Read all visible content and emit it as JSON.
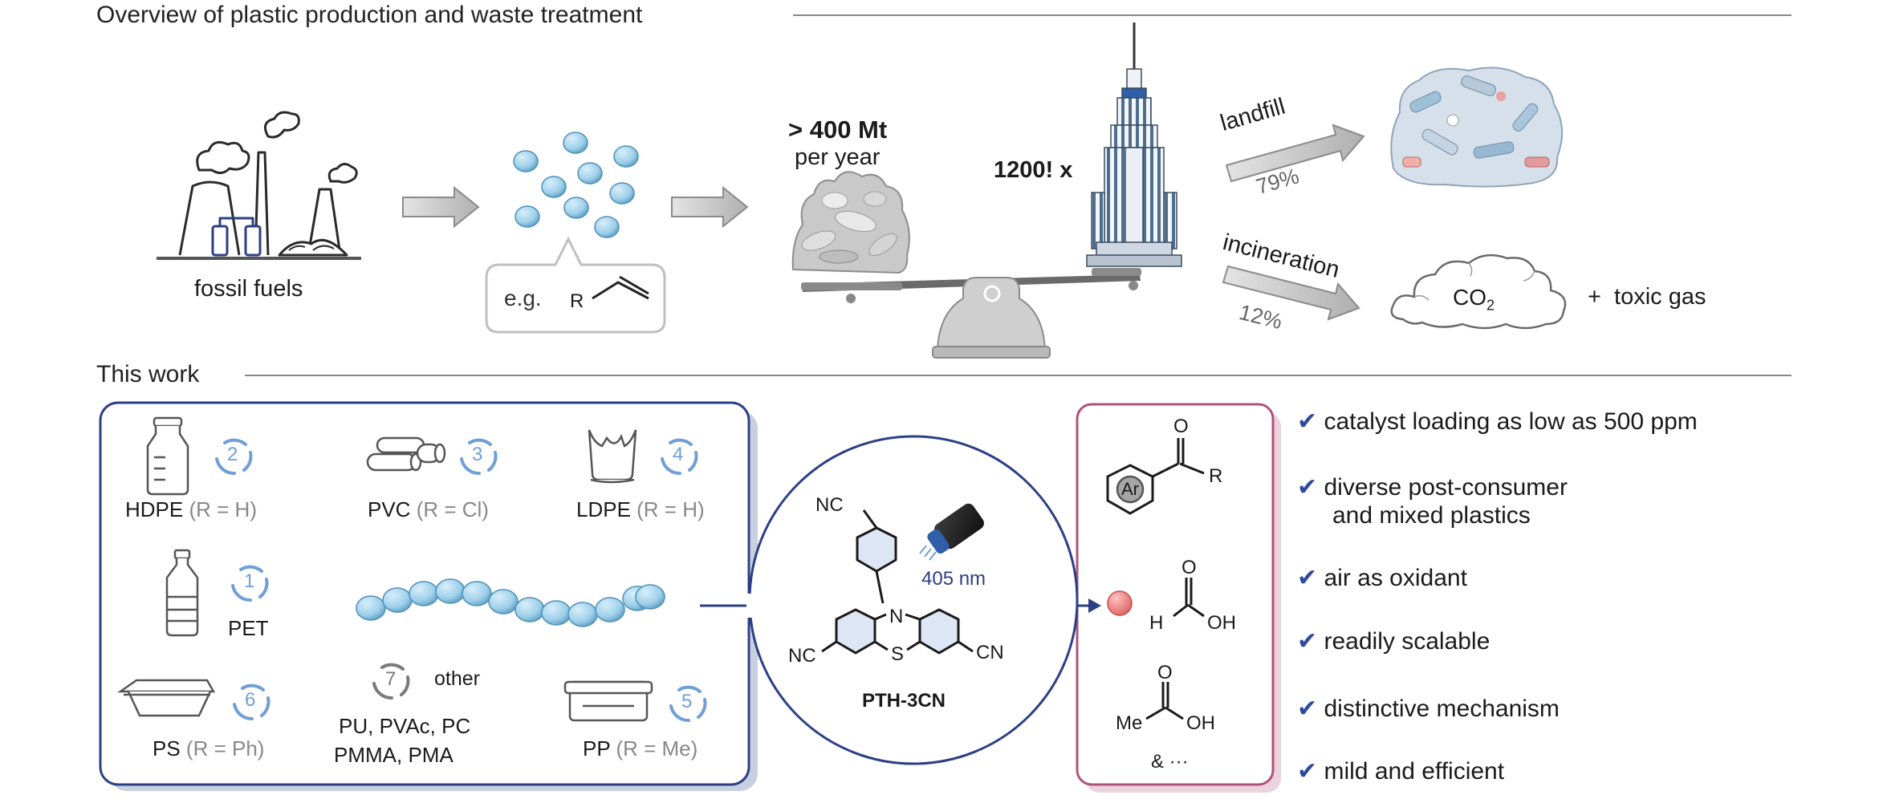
{
  "overview": {
    "heading": "Overview of plastic production and waste treatment",
    "fossil_label": "fossil fuels",
    "monomer_eg": "e.g.",
    "monomer_r": "R",
    "production_amount": "> 400 Mt",
    "production_unit": "per year",
    "scale_factor": "1200! x",
    "landfill_label": "landfill",
    "landfill_pct": "79%",
    "incineration_label": "incineration",
    "incineration_pct": "12%",
    "co2_main": "CO",
    "co2_sub": "2",
    "toxic_gas": "+  toxic gas"
  },
  "this_work": {
    "heading": "This work",
    "plastics": [
      {
        "name": "HDPE",
        "sub": " (R = H)",
        "code": "2"
      },
      {
        "name": "PVC",
        "sub": " (R = Cl)",
        "code": "3"
      },
      {
        "name": "LDPE",
        "sub": " (R = H)",
        "code": "4"
      },
      {
        "name": "PET",
        "sub": "",
        "code": "1"
      },
      {
        "name": "PS",
        "sub": " (R = Ph)",
        "code": "6"
      },
      {
        "name": "PP",
        "sub": " (R = Me)",
        "code": "5"
      }
    ],
    "other_code": "7",
    "other_label": "other",
    "other_line1": "PU, PVAc, PC",
    "other_line2": "PMMA, PMA",
    "catalyst": {
      "name": "PTH-3CN",
      "nc_top": "NC",
      "nc_left": "NC",
      "cn_right": "CN",
      "n_atom": "N",
      "s_atom": "S",
      "wavelength": "405 nm"
    },
    "products": {
      "ar": "Ar",
      "r": "R",
      "o1": "O",
      "o2": "O",
      "o3": "O",
      "h": "H",
      "oh1": "OH",
      "me": "Me",
      "oh2": "OH",
      "etc": "& ···"
    },
    "features": [
      "catalyst loading as low as 500 ppm",
      "diverse post-consumer",
      "and mixed plastics",
      "air as oxidant",
      "readily scalable",
      "distinctive mechanism",
      "mild and efficient"
    ]
  },
  "colors": {
    "blue_frame": "#2b3f86",
    "pink_frame": "#b0527a",
    "bead": "#9fd0ea",
    "recycle": "#6f9fd6",
    "check": "#2d4aa0"
  }
}
